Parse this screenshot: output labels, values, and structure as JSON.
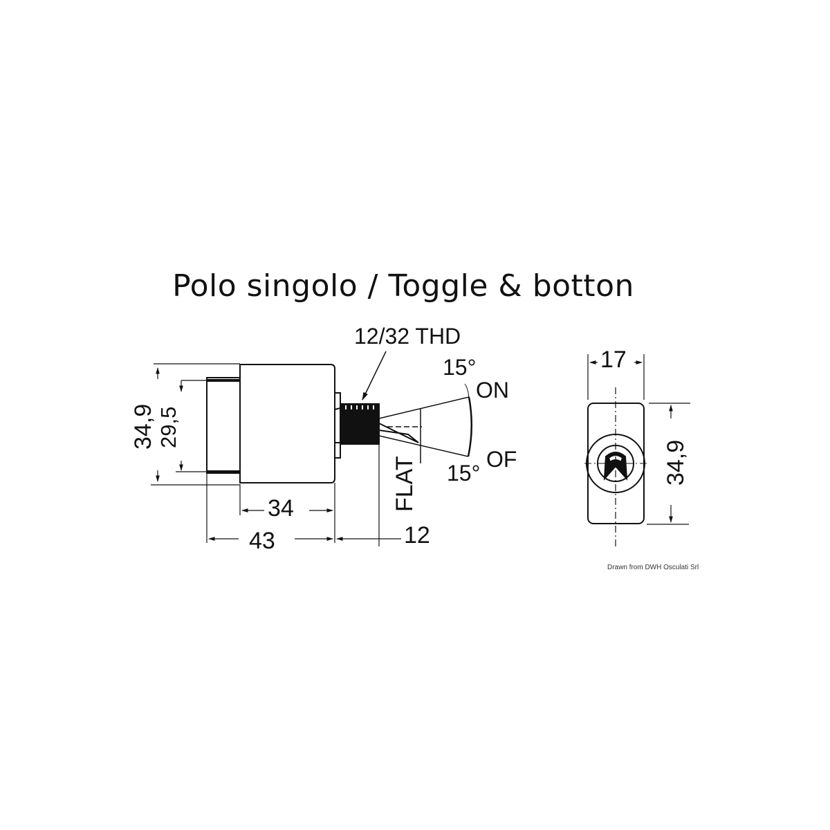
{
  "title": "Polo singolo / Toggle & botton",
  "side_view": {
    "thread_label": "12/32 THD",
    "dim_overall_height": "34,9",
    "dim_inner_height": "29,5",
    "dim_body_length": "34",
    "dim_total_length": "43",
    "dim_toggle_length": "12",
    "flat_label": "FLAT",
    "angle_on": "15°",
    "on_label": "ON",
    "angle_off": "15°",
    "off_label": "OF"
  },
  "front_view": {
    "dim_width": "17",
    "dim_height": "34,9"
  },
  "credit": "Drawn from DWH Osculati Srl",
  "colors": {
    "line": "#111111",
    "background": "#ffffff"
  }
}
